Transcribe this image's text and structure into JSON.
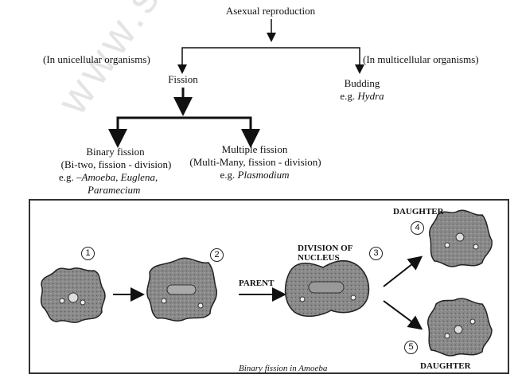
{
  "tree": {
    "root": "Asexual reproduction",
    "left_context": "(In unicellular organisms)",
    "right_context": "(In multicellular organisms)",
    "fission": "Fission",
    "budding": "Budding",
    "budding_eg_prefix": "e.g.",
    "budding_eg": "Hydra",
    "binary": {
      "title": "Binary fission",
      "detail": "(Bi-two, fission - division)",
      "eg_prefix": "e.g. –",
      "eg_line1": "Amoeba, Euglena,",
      "eg_line2": "Paramecium"
    },
    "multiple": {
      "title": "Multiple fission",
      "detail": "(Multi-Many, fission -  division)",
      "eg_prefix": "e.g.",
      "eg": "Plasmodium"
    }
  },
  "panel": {
    "caption": "Binary fission in Amoeba",
    "steps": [
      "1",
      "2",
      "3",
      "4",
      "5"
    ],
    "parent_label": "PARENT",
    "division_line1": "DIVISION OF",
    "division_line2": "NUCLEUS",
    "daughter_top": "DAUGHTER",
    "daughter_bottom": "DAUGHTER"
  },
  "watermark": "www.studiestoday.com"
}
